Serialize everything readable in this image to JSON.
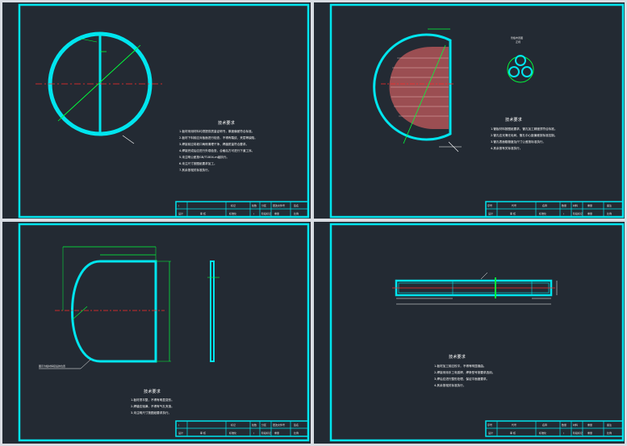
{
  "sheet1": {
    "notes": {
      "title": "技术要求",
      "lines": [
        "1.板材采用材料均须提供质量证明书，厚度偏差符合标准。",
        "2.板材下料前应对板面进行检查，不得有裂纹、夹层等缺陷。",
        "3.焊接前应将坡口两侧清理干净，焊缝质量符合要求。",
        "4.焊接完成后应进行外观检查，合格后方可进行下道工序。",
        "5.未注明公差按GB/T1804-m级执行。",
        "6.未注尺寸按图纸要求加工。",
        "7.其余按相关标准执行。"
      ]
    },
    "title_block": {
      "header": [
        "/",
        "",
        "标记",
        "处数",
        "分区",
        "更改文件号",
        "签名"
      ],
      "row": [
        "设计",
        "审 核",
        "标准化",
        "/",
        "阶段标记",
        "重量",
        "比例"
      ]
    }
  },
  "sheet2": {
    "label_top": "管板布置图",
    "label_top_sub": "正视",
    "notes": {
      "title": "技术要求",
      "lines": [
        "1.管板材料按图纸要求，管孔加工精度须符合标准。",
        "2.管孔应光滑无毛刺，管孔中心距偏差按标准控制。",
        "3.管孔表面粗糙度及尺寸公差按标准执行。",
        "4.其余按有关标准执行。"
      ]
    },
    "title_block": {
      "header": [
        "序号",
        "代号",
        "名称",
        "数量",
        "材料",
        "重量",
        "备注"
      ],
      "row": [
        "设计",
        "审 核",
        "标准化",
        "/",
        "阶段标记",
        "重量",
        "比例"
      ]
    }
  },
  "sheet3": {
    "callout": "图示为板材焊接后的位置",
    "notes": {
      "title": "技术要求",
      "lines": [
        "1.板材须平整，不得有明显变形。",
        "2.焊缝应饱满，不得有气孔夹渣。",
        "3.未注明尺寸按图纸要求执行。"
      ]
    },
    "title_block": {
      "header": [
        "/",
        "",
        "标记",
        "处数",
        "分区",
        "更改文件号",
        "签名"
      ],
      "row": [
        "设计",
        "审 核",
        "标准化",
        "/",
        "阶段标记",
        "重量",
        "比例"
      ]
    }
  },
  "sheet4": {
    "notes": {
      "title": "技术要求",
      "lines": [
        "1.板材加工前应校平，不得有明显翘曲。",
        "2.焊接采用手工电弧焊，焊条型号按要求选用。",
        "3.焊后应进行整形处理，保证平面度要求。",
        "4.其余按相关标准执行。"
      ]
    },
    "title_block": {
      "header": [
        "序号",
        "代号",
        "名称",
        "数量",
        "材料",
        "重量",
        "备注"
      ],
      "row": [
        "设计",
        "审 核",
        "标准化",
        "/",
        "阶段标记",
        "重量",
        "比例"
      ]
    }
  },
  "colors": {
    "background": "#232a33",
    "frame": "#00e5ee",
    "dimension": "#00ff3c",
    "centerline": "#ff2a2a",
    "tube_holes": "#ff6b6b",
    "text": "#ffffff"
  }
}
